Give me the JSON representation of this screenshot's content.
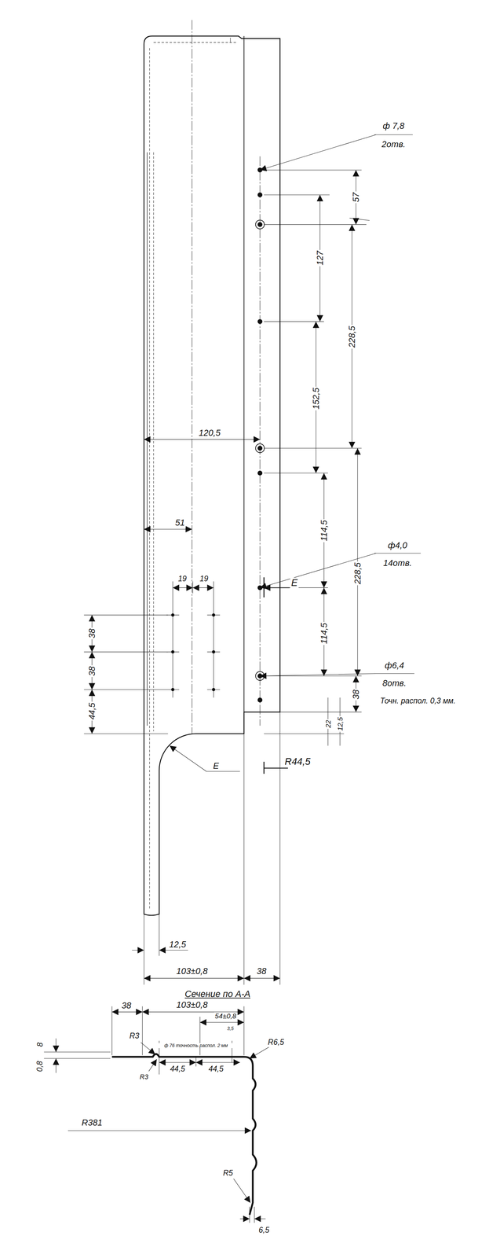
{
  "diagram": {
    "labels": [
      "ф 7,8",
      "2отв.",
      "57",
      "127",
      "228,5",
      "152,5",
      "120,5",
      "51",
      "114,5",
      "ф4,0",
      "14отв.",
      "228,5",
      "19",
      "19",
      "38",
      "114,5",
      "ф6,4",
      "8отв.",
      "Точн. распол. 0,3 мм.",
      "38",
      "44,5",
      "38",
      "22",
      "12,5",
      "E",
      "R44,5",
      "E",
      "12,5",
      "103±0,8",
      "38",
      "Сечение по А-А",
      "38",
      "103±0,8",
      "54±0,8",
      "3,5",
      "R3",
      "R6,5",
      "ф 76 точность распол. 2 мм",
      "8",
      "R3",
      "0,8",
      "44,5",
      "44,5",
      "R381",
      "R5",
      "6,5"
    ]
  }
}
